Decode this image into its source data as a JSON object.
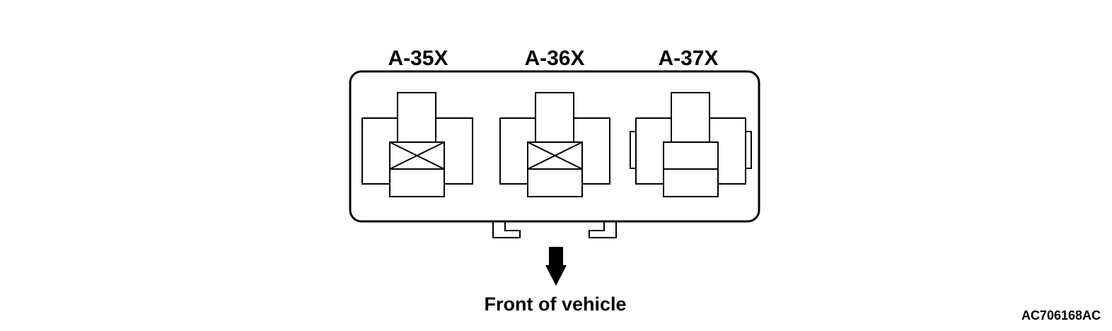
{
  "relays": [
    {
      "label": "A-35X"
    },
    {
      "label": "A-36X"
    },
    {
      "label": "A-37X"
    }
  ],
  "direction_label": "Front of vehicle",
  "figure_code": "AC706168AC"
}
